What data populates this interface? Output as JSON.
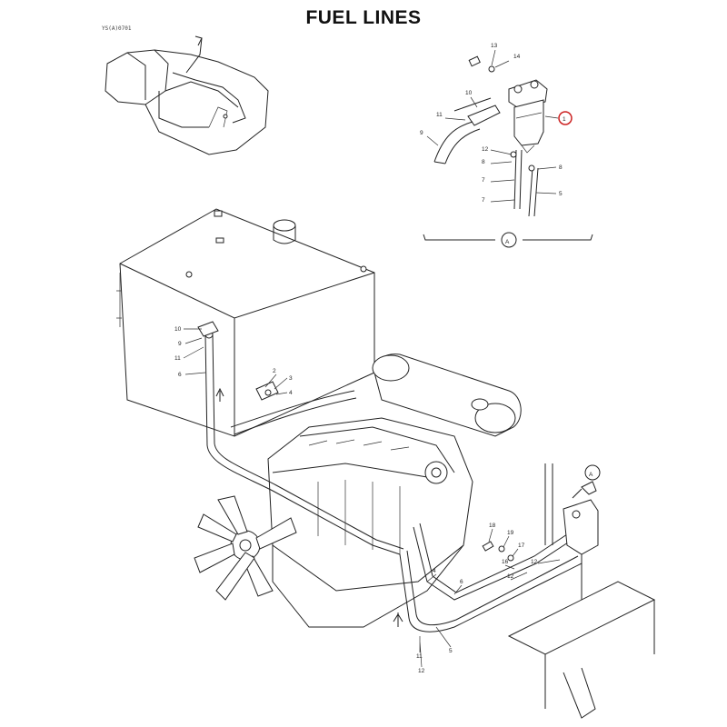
{
  "title": "FUEL LINES",
  "ref_code": "YS(A)0701",
  "detail_label": "A",
  "callout_marker_color": "#cc2222",
  "callouts": {
    "detail": [
      "13",
      "14",
      "10",
      "11",
      "9",
      "1",
      "12",
      "8",
      "7",
      "7",
      "8",
      "5"
    ],
    "tank": [
      "10",
      "9",
      "11",
      "6",
      "2",
      "3",
      "4"
    ],
    "filter": [
      "18",
      "19",
      "17",
      "16",
      "12",
      "12",
      "4",
      "6",
      "5",
      "11",
      "12"
    ]
  },
  "highlighted_part": "1"
}
